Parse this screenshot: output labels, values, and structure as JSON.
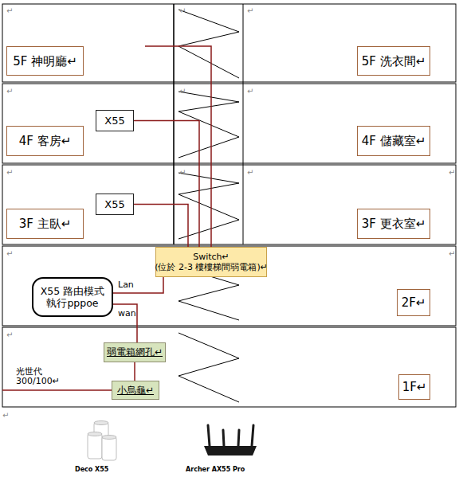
{
  "diagram": {
    "nodes": [
      {
        "text": [
          "5F 神明廳↵"
        ]
      },
      {
        "text": [
          "5F 洗衣間↵"
        ]
      },
      {
        "text": [
          "X55"
        ]
      },
      {
        "text": [
          "4F 客房↵"
        ]
      },
      {
        "text": [
          "4F 儲藏室↵"
        ]
      },
      {
        "text": [
          "X55"
        ]
      },
      {
        "text": [
          "3F 主臥↵"
        ]
      },
      {
        "text": [
          "3F 更衣室↵"
        ]
      },
      {
        "text": [
          "Switch↵",
          "(位於 2-3 樓樓梯間弱電箱)↵"
        ]
      },
      {
        "text": [
          "X55 路由模式 執行pppoe"
        ]
      },
      {
        "text": [
          "2F↵"
        ]
      },
      {
        "text": [
          "弱電箱網孔↵"
        ]
      },
      {
        "text": [
          "小烏龜↵"
        ]
      },
      {
        "text": [
          "1F↵"
        ]
      }
    ],
    "edges": [
      {
        "from": 2,
        "to": 8,
        "arrow": "none"
      },
      {
        "from": 5,
        "to": 8,
        "arrow": "none"
      },
      {
        "from": 9,
        "to": 8,
        "label": "Lan",
        "arrow": "none"
      },
      {
        "from": 9,
        "to": 11,
        "label": "wan",
        "arrow": "none"
      },
      {
        "from": 11,
        "to": 12,
        "arrow": "none"
      }
    ],
    "labels": [
      "↵",
      "↵",
      "↵",
      "↵",
      "↵",
      "↵",
      "↵",
      "↵",
      "↵",
      "↵",
      "↵",
      "↵",
      "↵",
      "光世代",
      "300/100↵",
      "↵",
      "Deco X55",
      "Archer AX55 Pro"
    ]
  }
}
